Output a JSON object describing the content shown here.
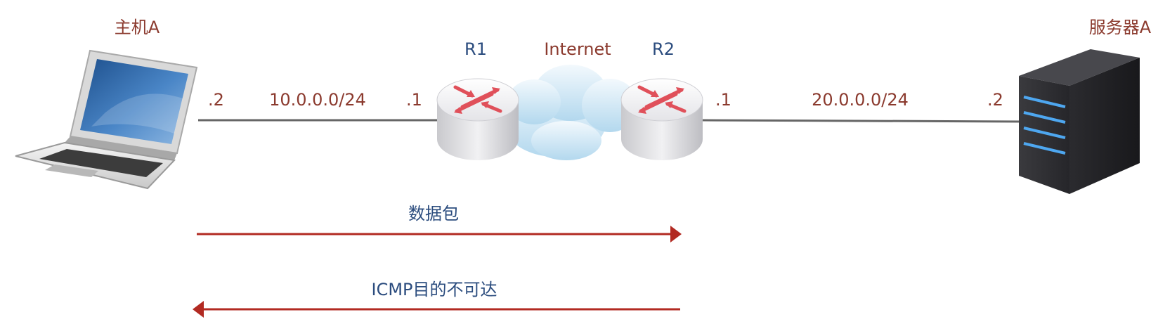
{
  "nodes": {
    "host": {
      "label": "主机A"
    },
    "server": {
      "label": "服务器A"
    },
    "router1": {
      "label": "R1"
    },
    "router2": {
      "label": "R2"
    },
    "cloud": {
      "label": "Internet"
    }
  },
  "links": {
    "left": {
      "network": "10.0.0.0/24",
      "host_end": ".2",
      "router_end": ".1"
    },
    "right": {
      "network": "20.0.0.0/24",
      "router_end": ".1",
      "server_end": ".2"
    }
  },
  "flows": {
    "forward": {
      "label": "数据包",
      "direction": "right"
    },
    "reply": {
      "label": "ICMP目的不可达",
      "direction": "left"
    }
  },
  "colors": {
    "node_label": "#8B3A2E",
    "router_label": "#2B4C7E",
    "flow_label": "#2B4C7E",
    "arrow": "#B22A22",
    "link_line": "#666666"
  }
}
